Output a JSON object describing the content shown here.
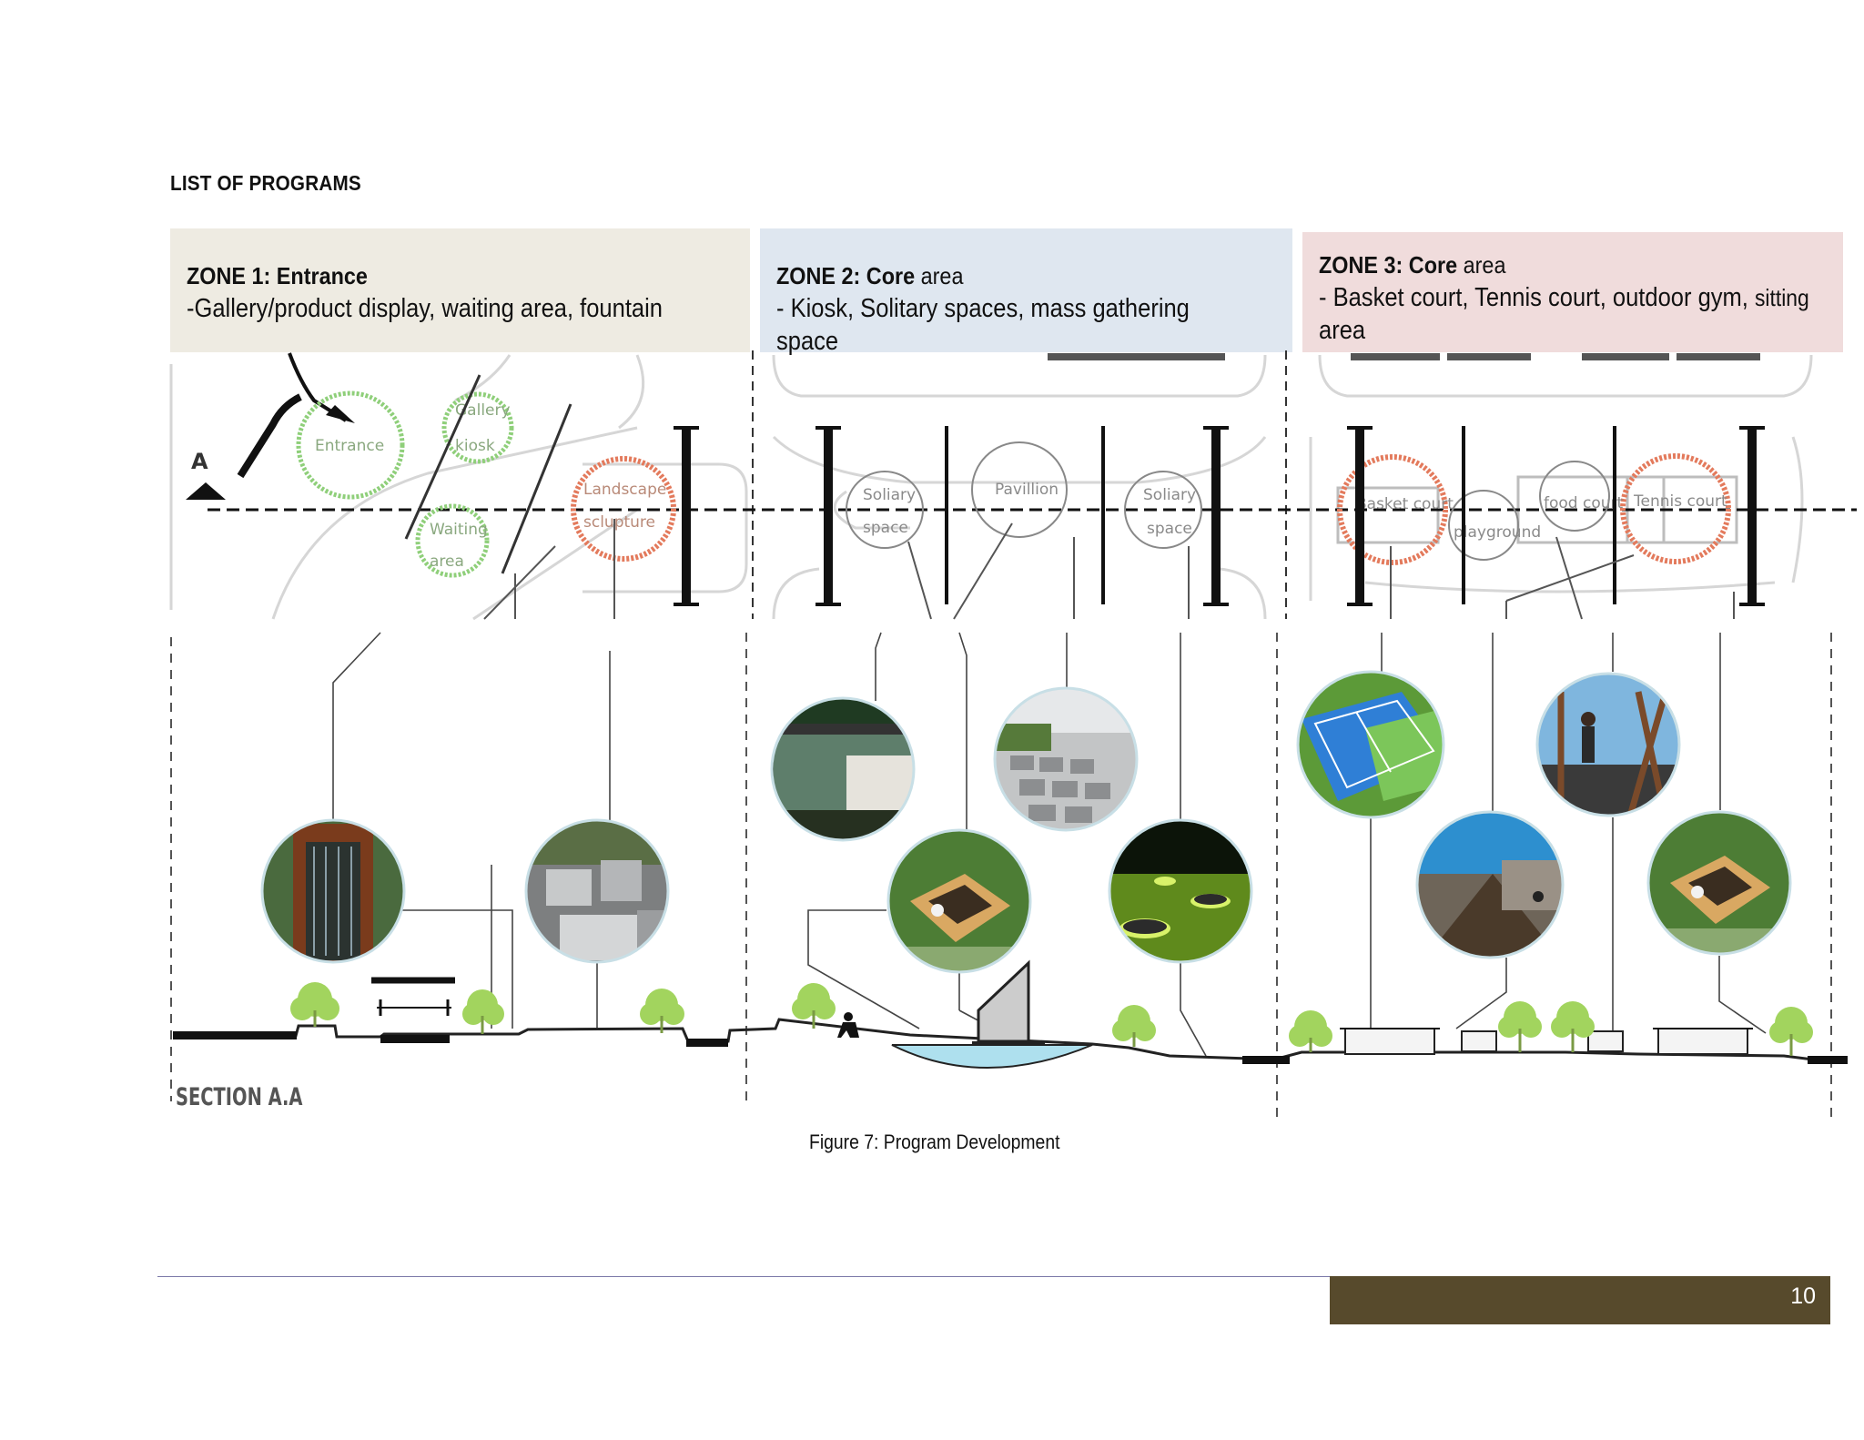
{
  "heading": "LIST OF PROGRAMS",
  "zones": [
    {
      "head_bold": "ZONE 1: Entrance",
      "head_rest": "",
      "desc": "-Gallery/product display, waiting area, fountain",
      "color": "#eeebe2"
    },
    {
      "head_bold": "ZONE 2: Core",
      "head_rest": " area",
      "desc": " - Kiosk, Solitary spaces, mass gathering space",
      "color": "#dfe7f0"
    },
    {
      "head_bold": "ZONE 3: Core",
      "head_rest": " area",
      "desc": " - Basket court, Tennis court, outdoor gym, ",
      "desc_small": "sitting",
      "desc_tail": " area",
      "color": "#f0dcdc"
    }
  ],
  "plan_labels": {
    "section_marker": "A",
    "entrance": "Entrance",
    "gallery": "Gallery",
    "kiosk": "kiosk",
    "waiting": "Waiting",
    "area": "area",
    "landscape": "Landscape",
    "sculpture": "sclupture",
    "soliary1": "Soliary",
    "space1": "space",
    "pavillion": "Pavillion",
    "soliary2": "Soliary",
    "space2": "space",
    "basket_court": "Basket court",
    "playground": "playground",
    "food_court": "food court",
    "tennis_court": "Tennis court"
  },
  "section_label": "SECTION A.A",
  "caption": "Figure 7: Program Development",
  "page_number": "10",
  "colors": {
    "footer_bar": "#574a2c",
    "green_marker": "#7fbf6a",
    "orange_marker": "#e0785a",
    "tree": "#9bcf5a"
  }
}
